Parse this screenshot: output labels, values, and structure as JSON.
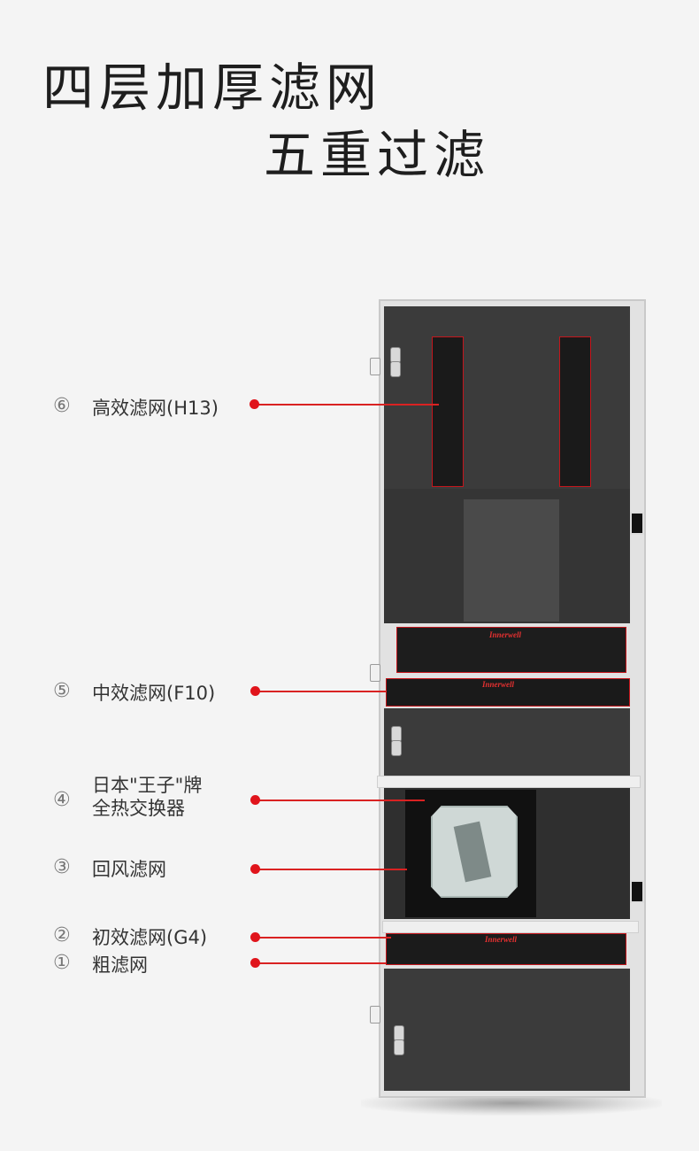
{
  "title": {
    "line1": "四层加厚滤网",
    "line2": "五重过滤"
  },
  "labels": [
    {
      "num": "⑥",
      "text": "高效滤网(H13)"
    },
    {
      "num": "⑤",
      "text": "中效滤网(F10)"
    },
    {
      "num": "④",
      "line1": "日本\"王子\"牌",
      "line2": "全热交换器"
    },
    {
      "num": "③",
      "text": "回风滤网"
    },
    {
      "num": "②",
      "text": "初效滤网(G4)"
    },
    {
      "num": "①",
      "text": "粗滤网"
    }
  ],
  "brand": "Innerwell",
  "colors": {
    "accent": "#e0141b",
    "cabinet_dark": "#3b3b3b",
    "background": "#f4f4f4"
  }
}
